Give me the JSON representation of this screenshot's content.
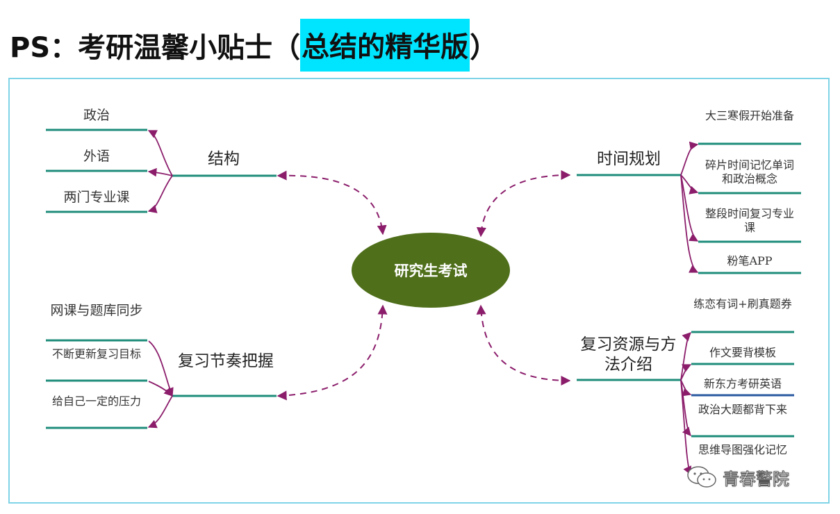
{
  "title": {
    "prefix": "PS：考研温馨小贴士（",
    "highlight": "总结的精华版",
    "suffix": "）"
  },
  "center": {
    "label": "研究生考试"
  },
  "branches": {
    "structure": {
      "label": "结构",
      "items": [
        "政治",
        "外语",
        "两门专业课"
      ]
    },
    "time_plan": {
      "label": "时间规划",
      "items": [
        "大三寒假开始准备",
        "碎片时间记忆单词和政治概念",
        "整段时间复习专业课",
        "粉笔APP"
      ]
    },
    "rhythm": {
      "label": "复习节奏把握",
      "items": [
        "网课与题库同步",
        "不断更新复习目标",
        "给自己一定的压力"
      ]
    },
    "resources": {
      "label": "复习资源与方法介绍",
      "items": [
        "练恋有词+刷真题券",
        "作文要背模板",
        "新东方考研英语",
        "政治大题都背下来",
        "思维导图强化记忆"
      ]
    }
  },
  "colors": {
    "title_highlight": "#00e5ff",
    "frame_border": "#7fd3e6",
    "center_fill": "#4f6f1a",
    "underline": "#1e8c7a",
    "connector": "#8b1d6b"
  },
  "watermark": {
    "icon": "wechat-icon",
    "text": "青春警院"
  }
}
